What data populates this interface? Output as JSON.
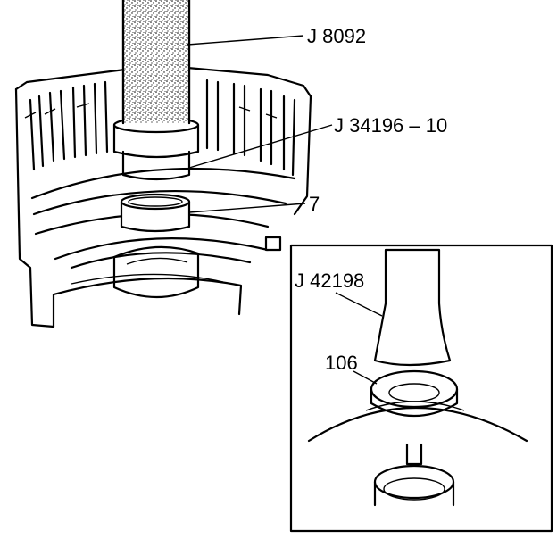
{
  "labels": {
    "tool_main": "J 8092",
    "tool_installer": "J 34196 – 10",
    "part_bushing": "7",
    "tool_inset": "J 42198",
    "part_seal": "106"
  },
  "colors": {
    "ink": "#000000",
    "paper": "#ffffff"
  }
}
